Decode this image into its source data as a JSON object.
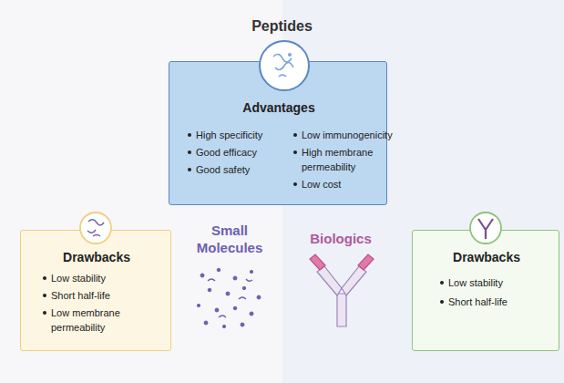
{
  "diagram": {
    "title": "Peptides",
    "nodes": [
      {
        "text": [
          "Advantages",
          "High specificity",
          "Good efficacy",
          "Good safety",
          "Low immunogenicity",
          "High membrane permeability",
          "Low cost"
        ]
      },
      {
        "text": [
          "Drawbacks",
          "Low stability",
          "Short half-life",
          "Low membrane permeability"
        ]
      },
      {
        "text": [
          "Drawbacks",
          "Low stability",
          "Short half-life"
        ]
      }
    ],
    "labels": [
      "Small Molecules",
      "Biologics"
    ]
  }
}
